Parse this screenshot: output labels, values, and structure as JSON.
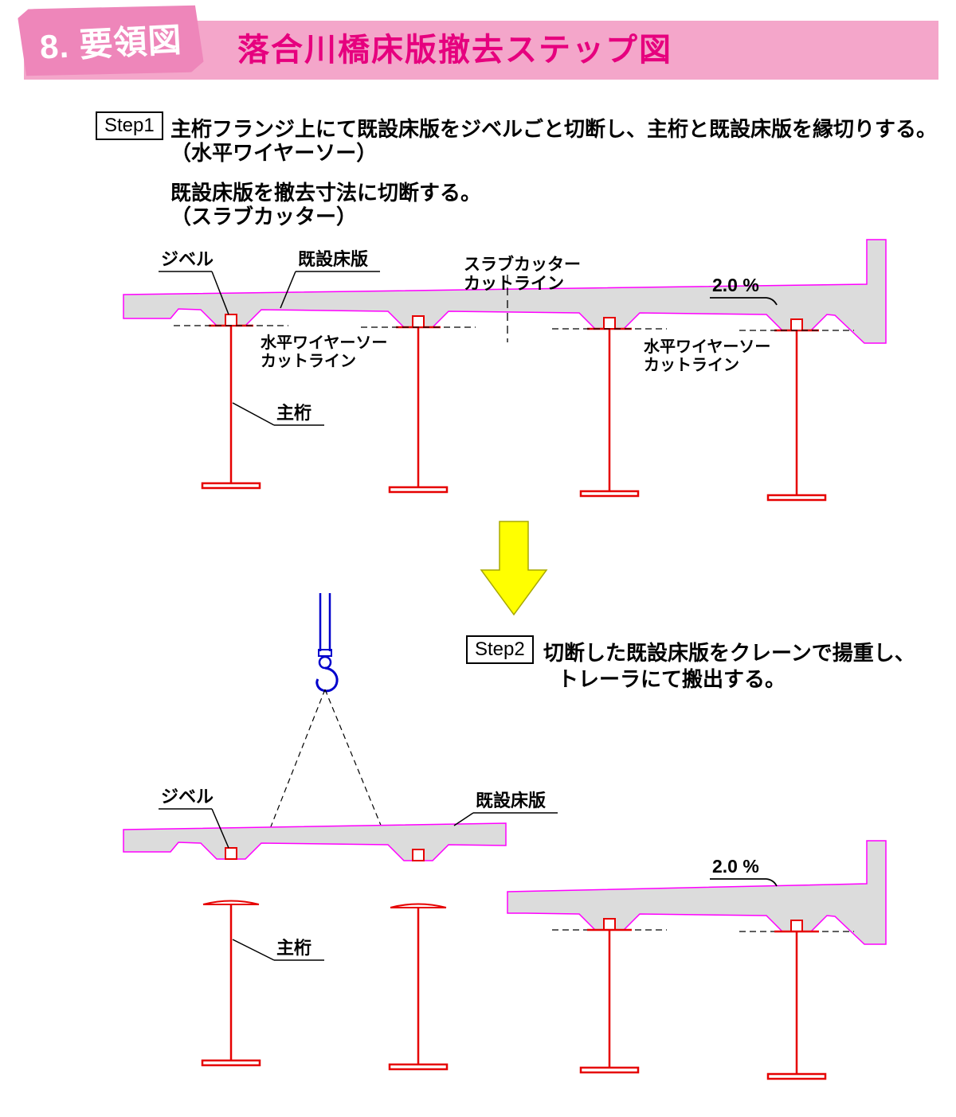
{
  "header": {
    "badge": "8. 要領図",
    "title": "落合川橋床版撤去ステップ図"
  },
  "step1": {
    "label": "Step1",
    "line1": "主桁フランジ上にて既設床版をジベルごと切断し、主桁と既設床版を縁切りする。",
    "line2": "（水平ワイヤーソー）",
    "line3": "既設床版を撤去寸法に切断する。",
    "line4": "（スラブカッター）"
  },
  "step2": {
    "label": "Step2",
    "line1": "切断した既設床版をクレーンで揚重し、",
    "line2": "トレーラにて搬出する。"
  },
  "diagram1": {
    "labels": {
      "dowel": "ジベル",
      "existing_deck": "既設床版",
      "slab_cutter_line1": "スラブカッター",
      "slab_cutter_line2": "カットライン",
      "slope": "2.0 %",
      "wire_saw_left_line1": "水平ワイヤーソー",
      "wire_saw_left_line2": "カットライン",
      "wire_saw_right_line1": "水平ワイヤーソー",
      "wire_saw_right_line2": "カットライン",
      "main_girder": "主桁"
    }
  },
  "diagram2": {
    "labels": {
      "dowel": "ジベル",
      "existing_deck": "既設床版",
      "main_girder": "主桁",
      "slope": "2.0 %"
    }
  },
  "colors": {
    "band_pink": "#f4a6ca",
    "badge_pink": "#ee86ba",
    "title_magenta": "#e6007e",
    "deck_fill": "#dcdcdc",
    "deck_outline": "#ff00ff",
    "girder_red": "#e60000",
    "crane_blue": "#0000cc",
    "arrow_yellow": "#ffff00"
  }
}
